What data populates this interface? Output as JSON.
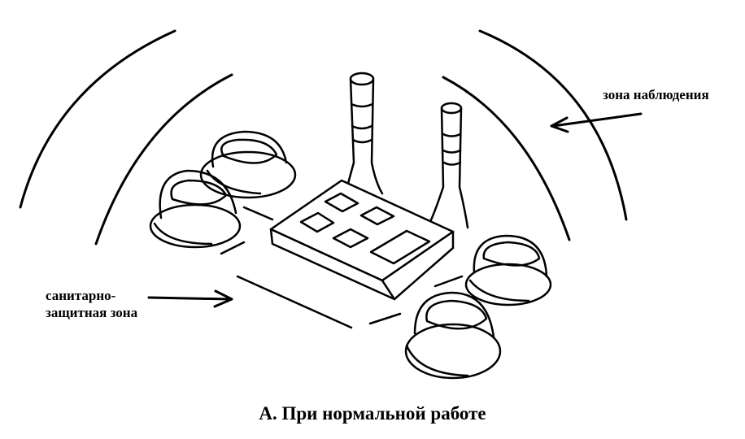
{
  "labels": {
    "observation_zone": "зона наблюдения",
    "sanitary_zone_line1": "санитарно-",
    "sanitary_zone_line2": "защитная зона"
  },
  "caption": "А. При нормальной работе",
  "colors": {
    "ink": "#000000",
    "background": "#ffffff"
  }
}
